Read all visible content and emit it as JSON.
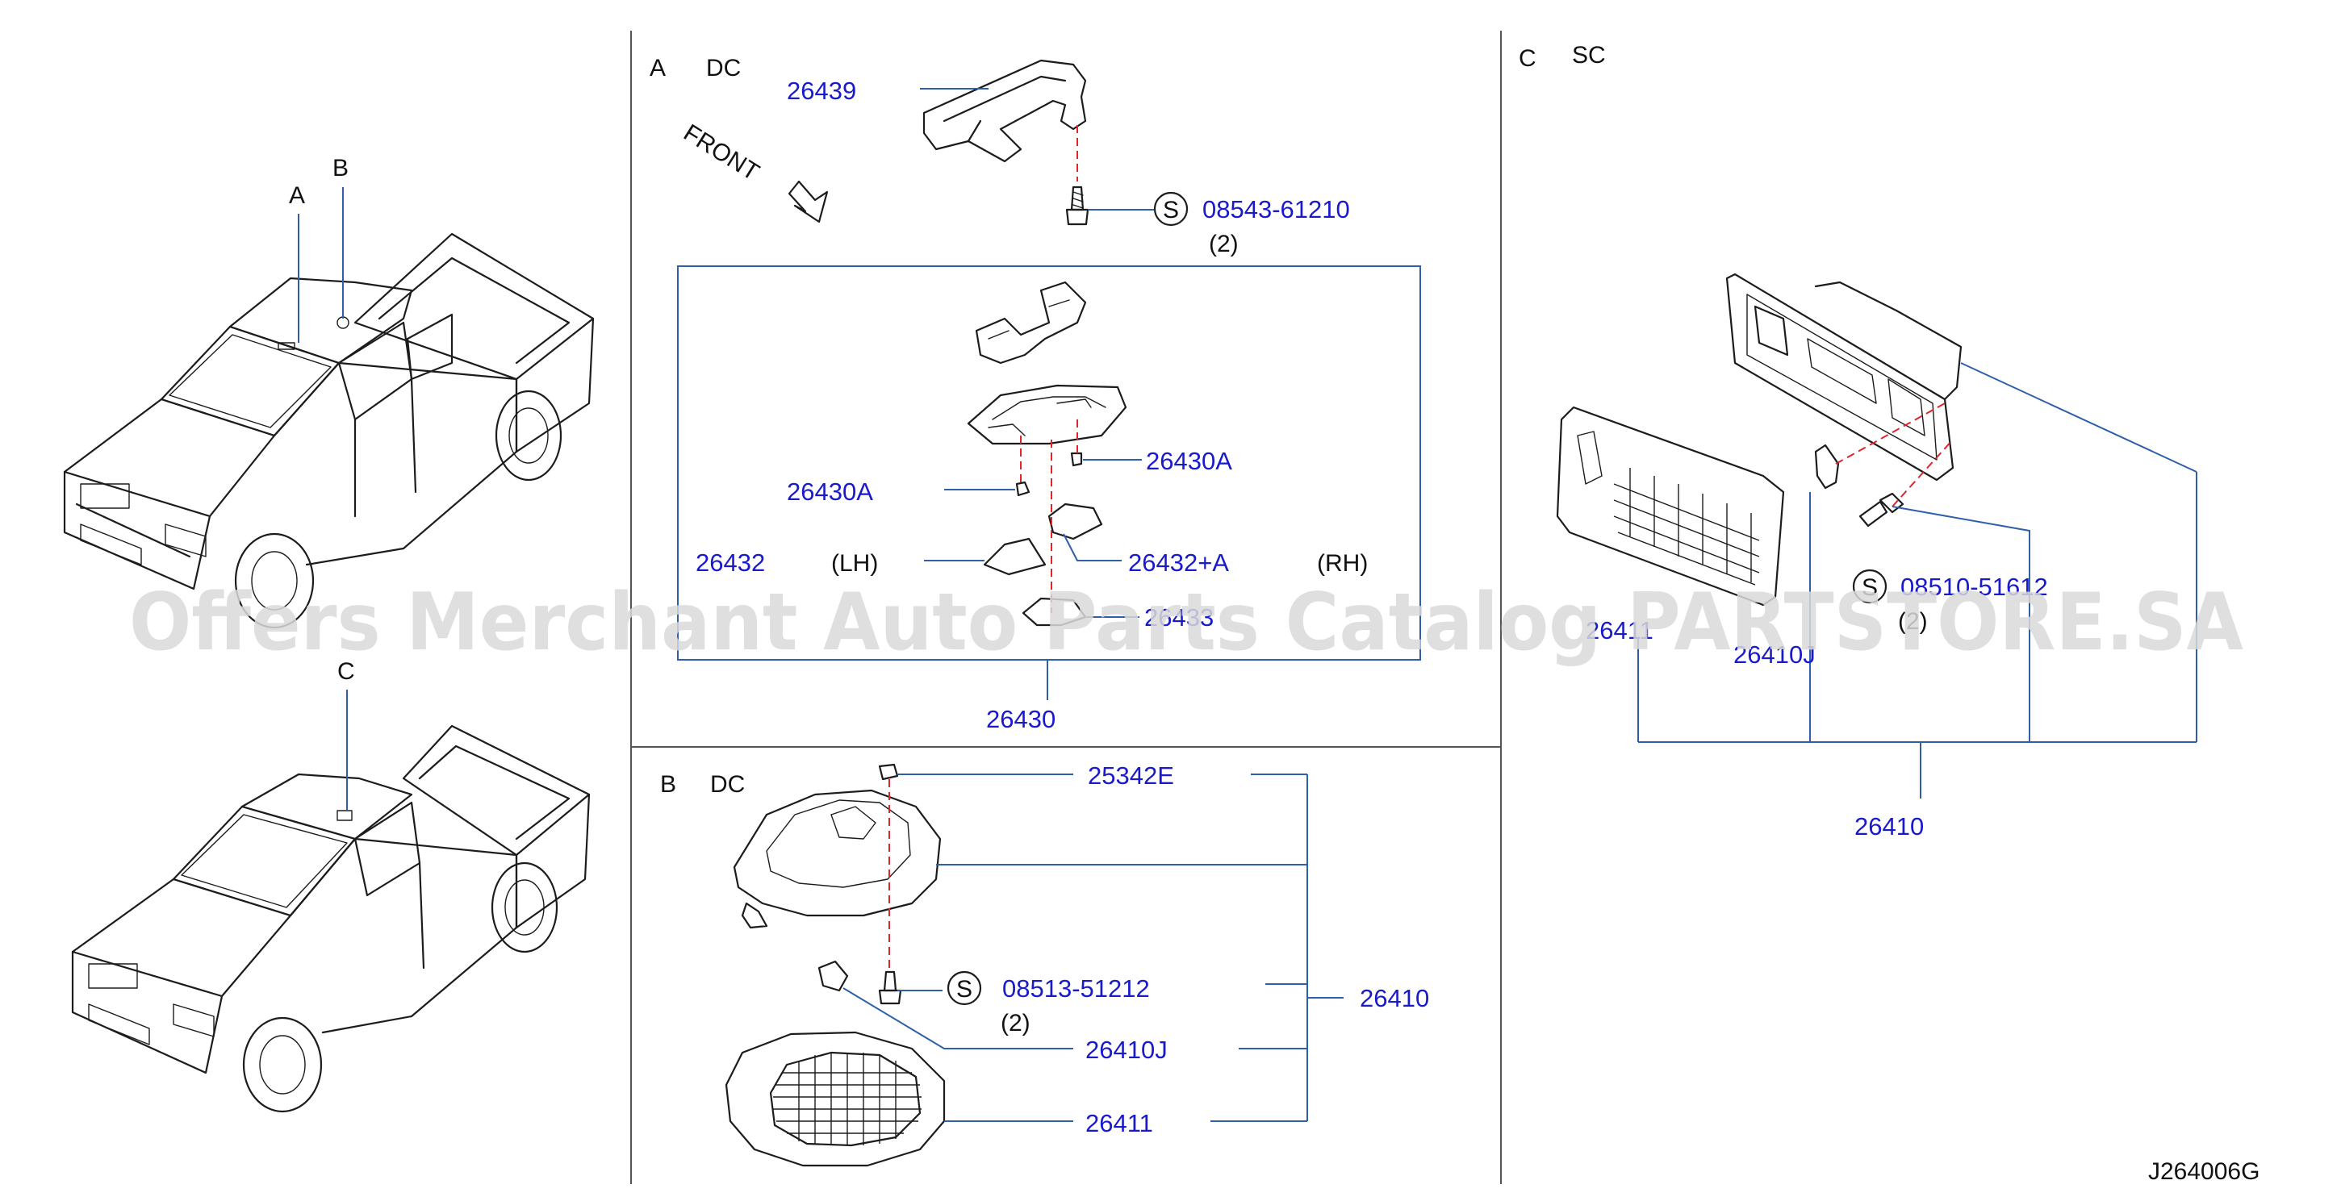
{
  "sections": {
    "a": {
      "letter": "A",
      "code": "DC"
    },
    "b": {
      "letter": "B",
      "code": "DC"
    },
    "c": {
      "letter": "C",
      "code": "SC"
    }
  },
  "truck_callouts": {
    "top_a": "A",
    "top_b": "B",
    "bottom_c": "C"
  },
  "front_label": "FRONT",
  "screw_symbol": "S",
  "parts_a": {
    "p26439": "26439",
    "screw": "08543-61210",
    "screw_qty": "(2)",
    "p26430a_right": "26430A",
    "p26430a_left": "26430A",
    "p26432": "26432",
    "lh": "(LH)",
    "p26432a": "26432+A",
    "rh": "(RH)",
    "p26433": "26433",
    "p26430": "26430"
  },
  "parts_b": {
    "p25342e": "25342E",
    "screw": "08513-51212",
    "screw_qty": "(2)",
    "p26410": "26410",
    "p26410j": "26410J",
    "p26411": "26411"
  },
  "parts_c": {
    "screw": "08510-51612",
    "screw_qty": "(2)",
    "p26411": "26411",
    "p26410j": "26410J",
    "p26410": "26410"
  },
  "diagram_code": "J264006G",
  "watermark": "Offers Merchant Auto Parts Catalog PARTSTORE.SA",
  "colors": {
    "part_number": "#1a1acd",
    "leader": "#2f5fa8",
    "dashed_axis": "#e0242c"
  }
}
